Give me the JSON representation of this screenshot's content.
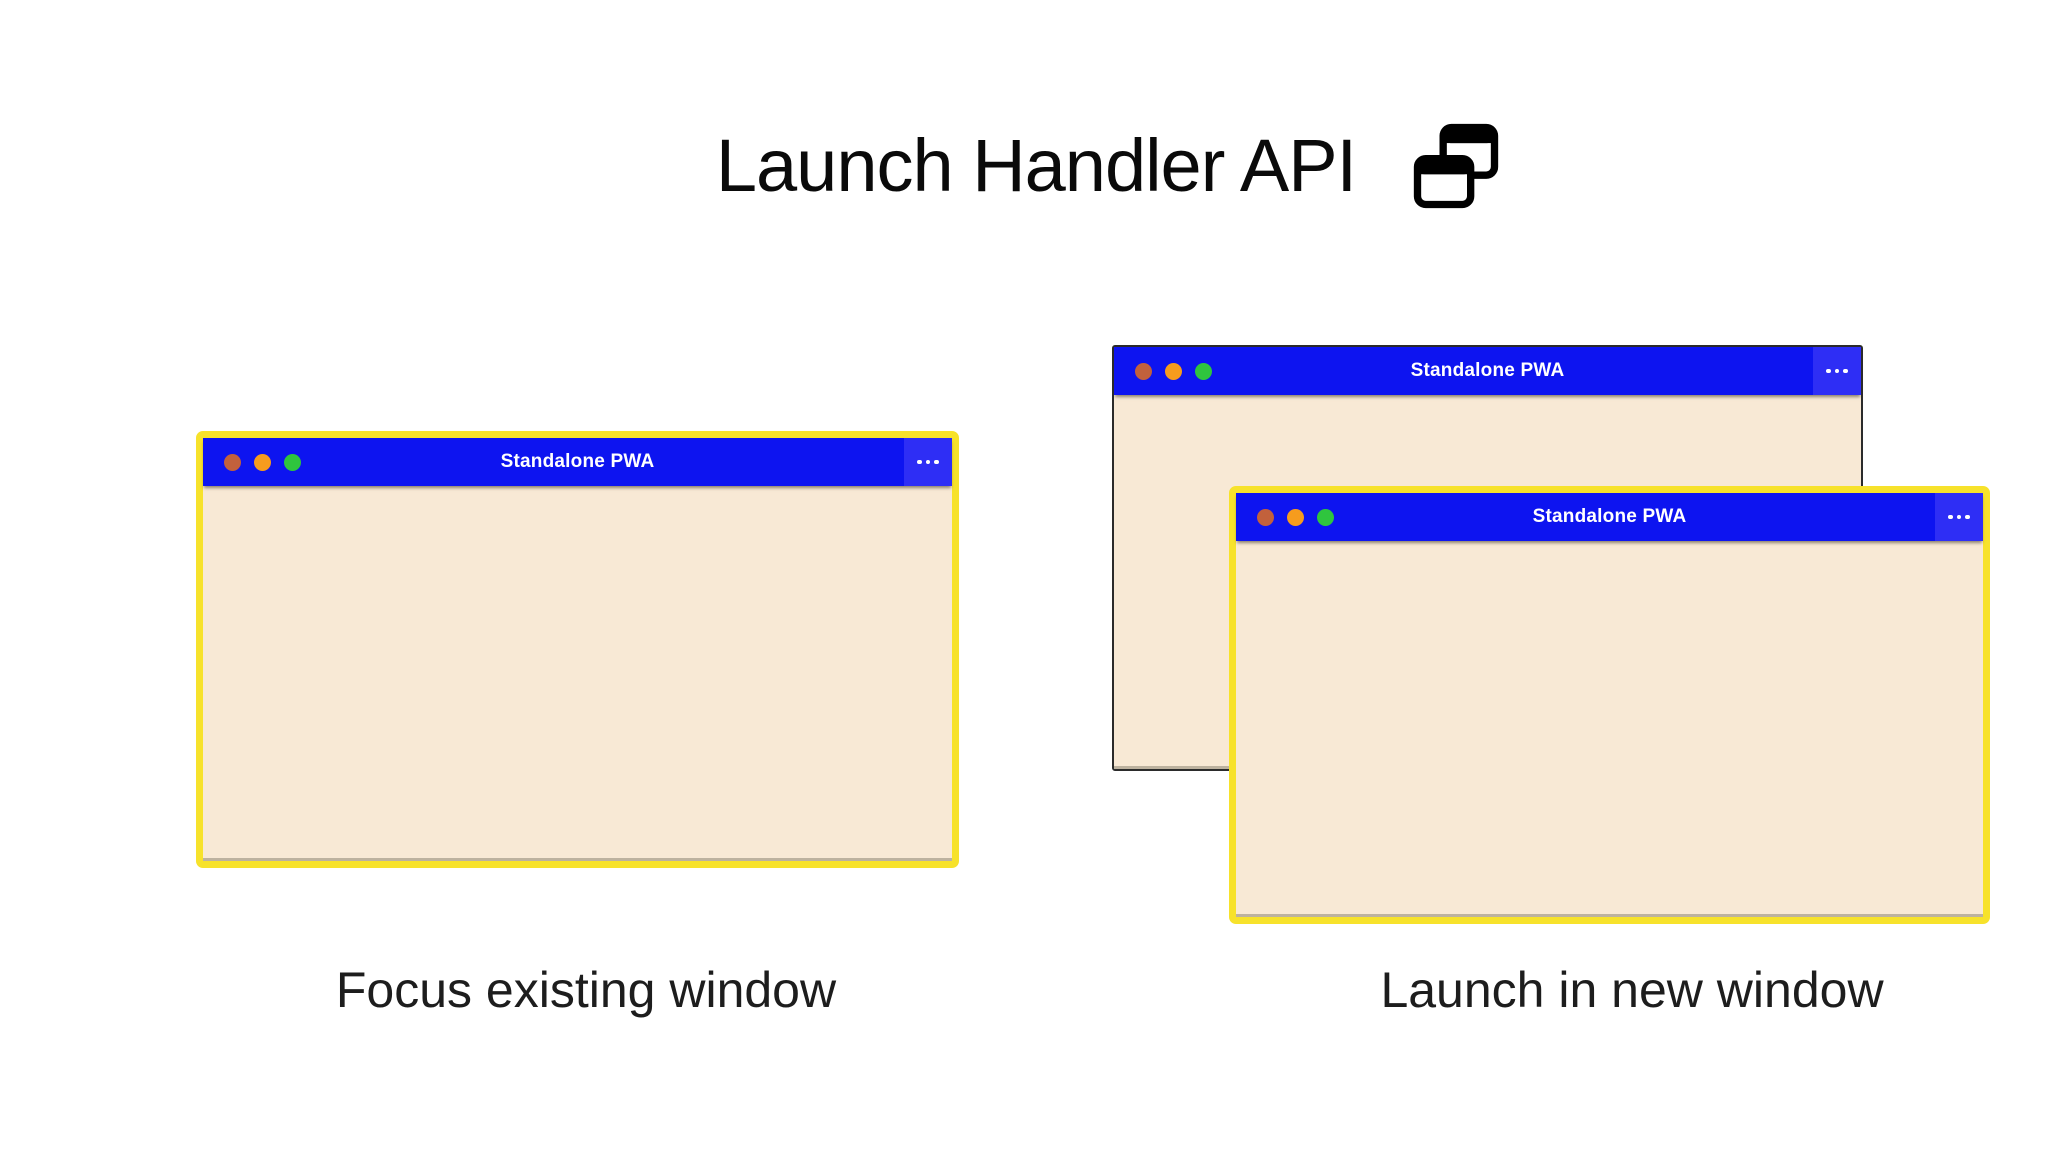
{
  "page": {
    "title": "Launch Handler API",
    "title_icon": "overlapping-windows-icon"
  },
  "theme": {
    "page_bg": "#ffffff",
    "heading_text": "#0a0a0a",
    "label_text": "#1d1d1d",
    "titlebar_blue": "#0d14f0",
    "menu_button_blue": "#2e2ef5",
    "titlebar_text": "#ffffff",
    "window_body_cream": "#f8e9d5",
    "focused_border_yellow": "#f7e22b",
    "unfocused_border_dark": "#2b2b2b",
    "dot_red": "#c2613c",
    "dot_orange": "#f69c1d",
    "dot_green": "#2fc53e"
  },
  "window_chrome": {
    "title": "Standalone PWA",
    "traffic_lights": [
      "close",
      "minimize",
      "maximize"
    ],
    "menu_icon": "ellipsis"
  },
  "sections": [
    {
      "id": "focus-existing",
      "label": "Focus existing window"
    },
    {
      "id": "launch-new",
      "label": "Launch in new window"
    }
  ]
}
